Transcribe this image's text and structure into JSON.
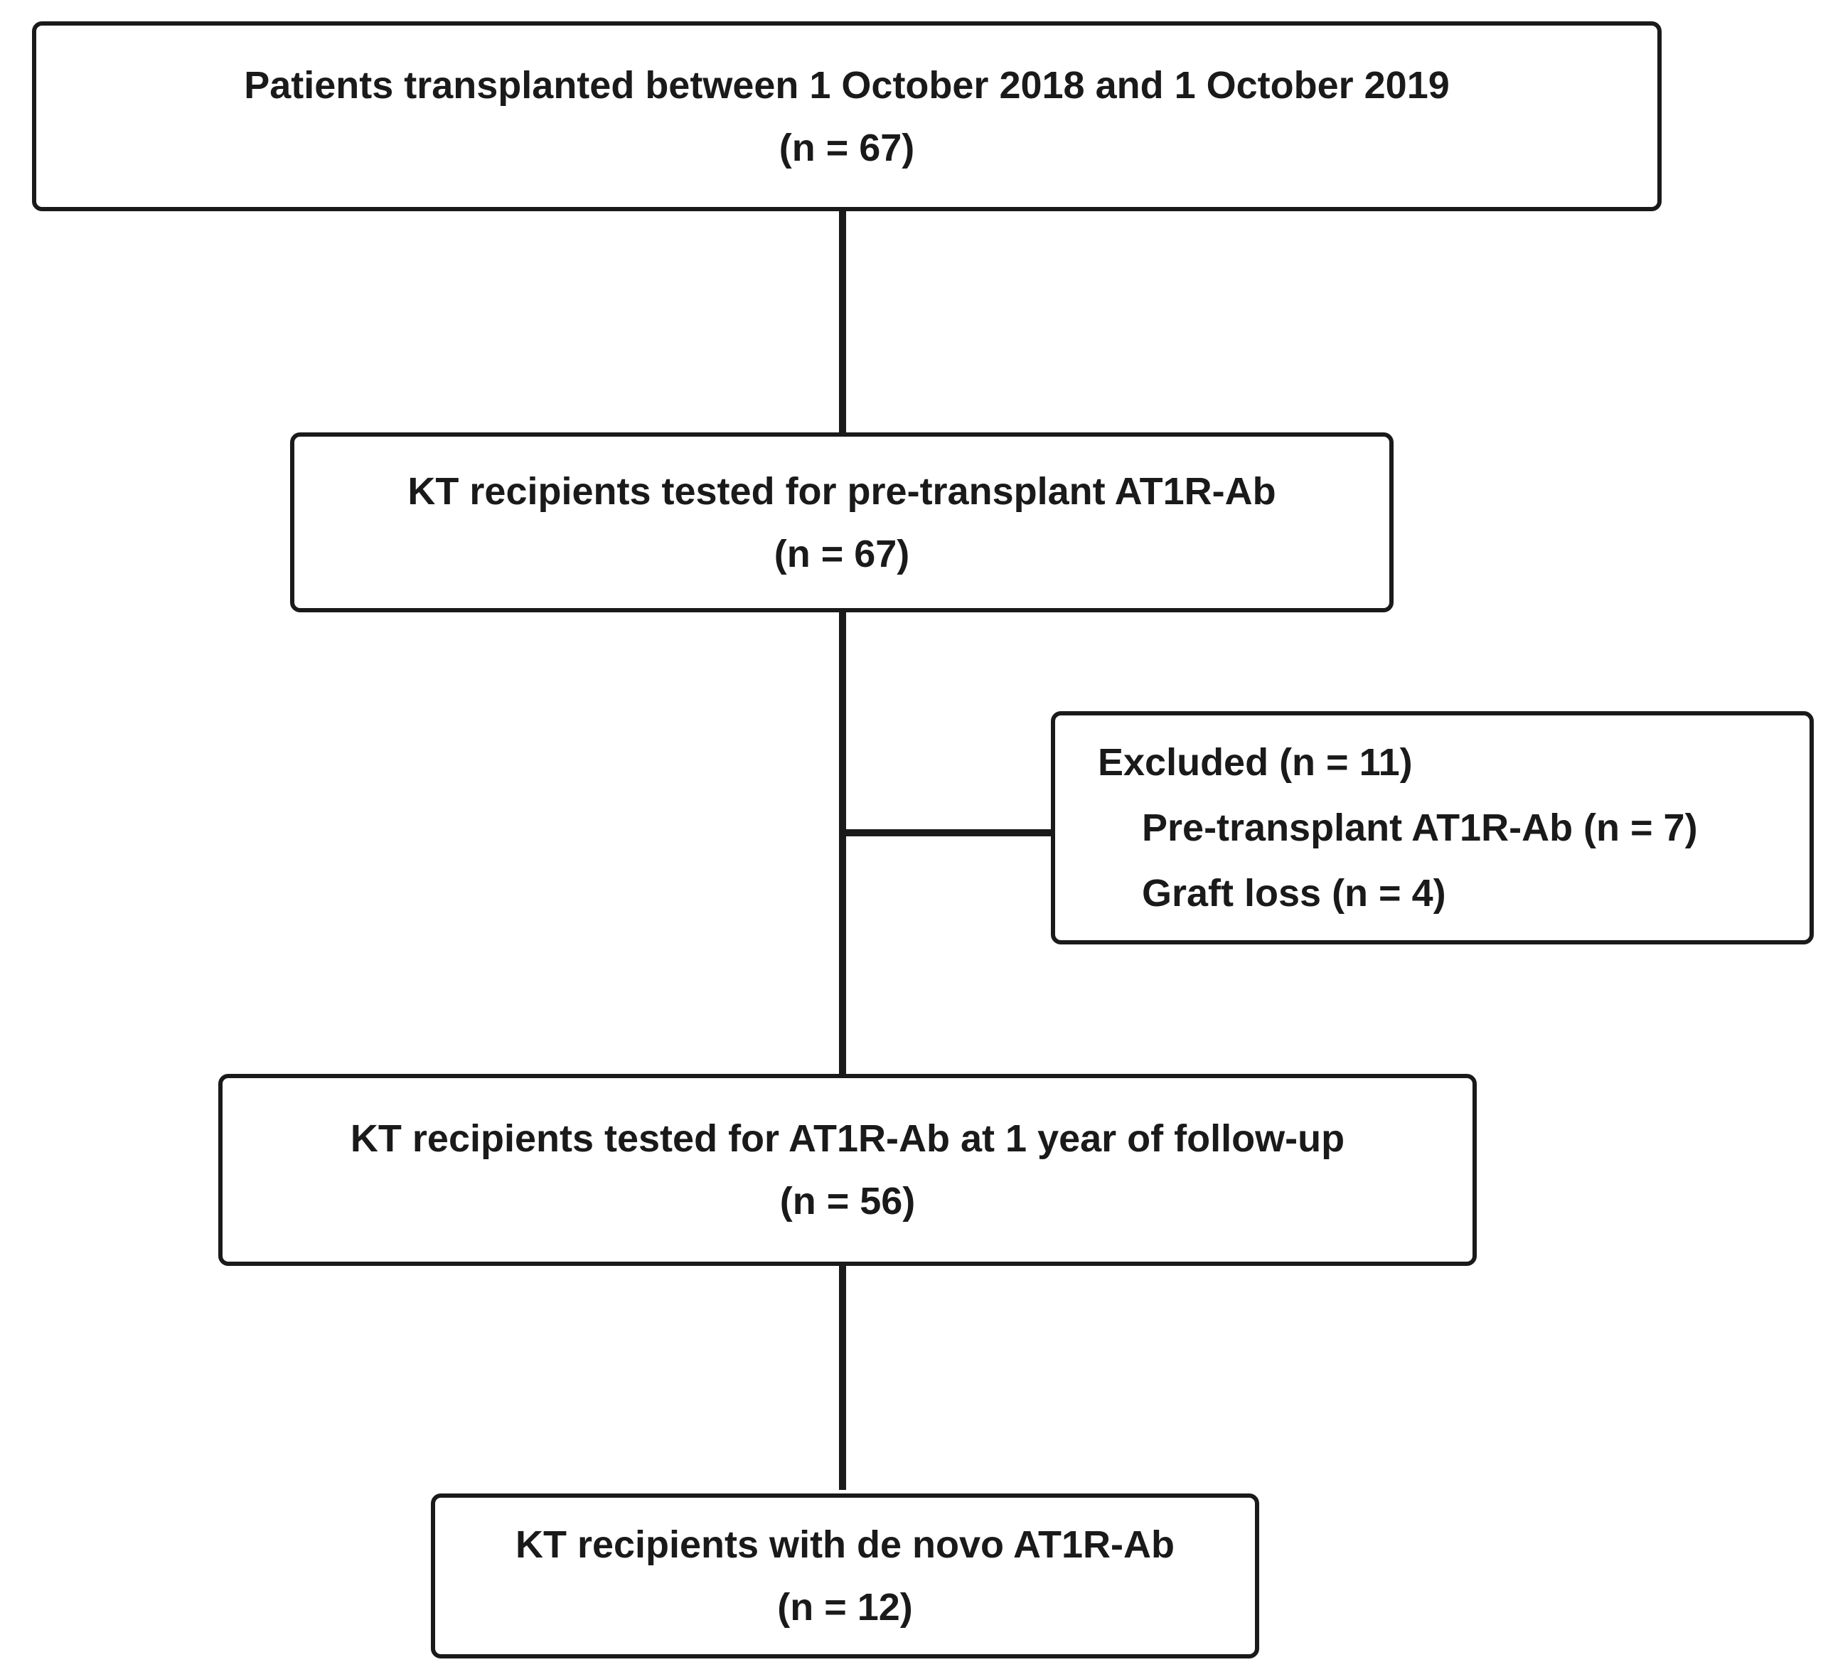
{
  "flowchart": {
    "box1": {
      "title": "Patients transplanted  between  1 October 2018 and 1 October 2019",
      "count": "(n = 67)"
    },
    "box2": {
      "title": "KT recipients tested for pre-transplant AT1R-Ab",
      "count": "(n = 67)"
    },
    "excluded": {
      "title": "Excluded (n = 11)",
      "items": [
        "Pre-transplant AT1R-Ab (n = 7)",
        "Graft loss (n = 4)"
      ]
    },
    "box3": {
      "title": "KT recipients tested for AT1R-Ab at 1 year of follow-up",
      "count": "(n = 56)"
    },
    "box4": {
      "title": "KT recipients with de novo AT1R-Ab",
      "count": "(n = 12)"
    }
  }
}
